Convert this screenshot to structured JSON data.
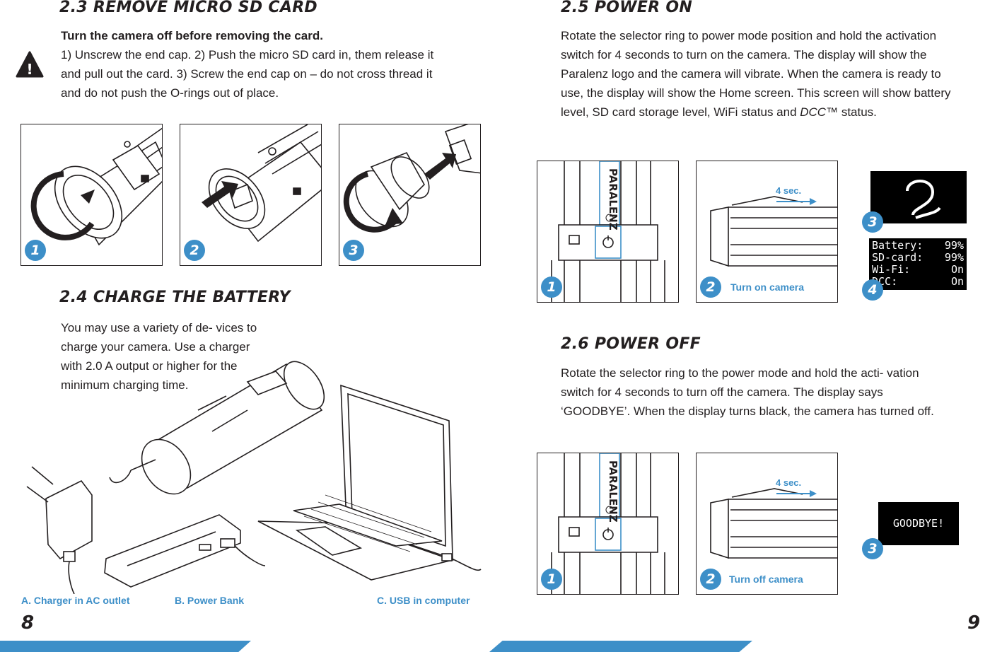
{
  "left": {
    "s23": {
      "heading": "2.3  REMOVE MICRO SD CARD",
      "bold_line": "Turn the camera off before removing the card.",
      "body": "1) Unscrew the end cap. 2) Push the micro SD card in, them release it and pull out the card. 3) Screw the end cap on – do not cross thread it and do not push the O-rings out of place.",
      "warning_glyph": "!",
      "steps": [
        "1",
        "2",
        "3"
      ]
    },
    "s24": {
      "heading": "2.4  CHARGE THE BATTERY",
      "body": "You may use a variety of de- vices to charge your camera. Use a charger with 2.0 A output or higher for the minimum charging time.",
      "captions": {
        "a": "A. Charger in AC outlet",
        "b": "B. Power Bank",
        "c": "C. USB in computer"
      }
    },
    "page_number": "8"
  },
  "right": {
    "s25": {
      "heading": "2.5  POWER ON",
      "body_pre": "Rotate the selector ring to power mode position and hold the activation switch for 4 seconds to turn on the camera. The display will show the Paralenz logo and the camera will vibrate. When the camera is ready to use, the display will show the Home screen. This screen will show battery level, SD card storage level, WiFi status and ",
      "body_italic": "DCC™",
      "body_post": " status.",
      "brand_text": "PARALENZ",
      "step1": "1",
      "step2": "2",
      "step2_caption": "Turn on camera",
      "hold_label": "4 sec.",
      "step3": "3",
      "step4": "4",
      "status_lines": [
        {
          "k": "Battery:",
          "v": "99%"
        },
        {
          "k": "SD-card:",
          "v": "99%"
        },
        {
          "k": "Wi-Fi:",
          "v": "On"
        },
        {
          "k": "DCC:",
          "v": "On"
        }
      ]
    },
    "s26": {
      "heading": "2.6  POWER OFF",
      "body": "Rotate the selector ring to the power mode and hold the acti- vation switch for 4 seconds to turn off the camera. The display says ‘GOODBYE’. When the display turns black, the camera has turned off.",
      "brand_text": "PARALENZ",
      "step1": "1",
      "step2": "2",
      "step2_caption": "Turn off camera",
      "hold_label": "4 sec.",
      "step3": "3",
      "goodbye": "GOODBYE!"
    },
    "page_number": "9"
  },
  "colors": {
    "accent": "#3d8fc8",
    "text": "#231f20",
    "screen": "#000000"
  },
  "icons": [
    "warning-triangle-icon",
    "rotate-arrow-icon",
    "push-arrow-icon",
    "power-icon",
    "camera-icon",
    "paralenz-logo-icon"
  ]
}
